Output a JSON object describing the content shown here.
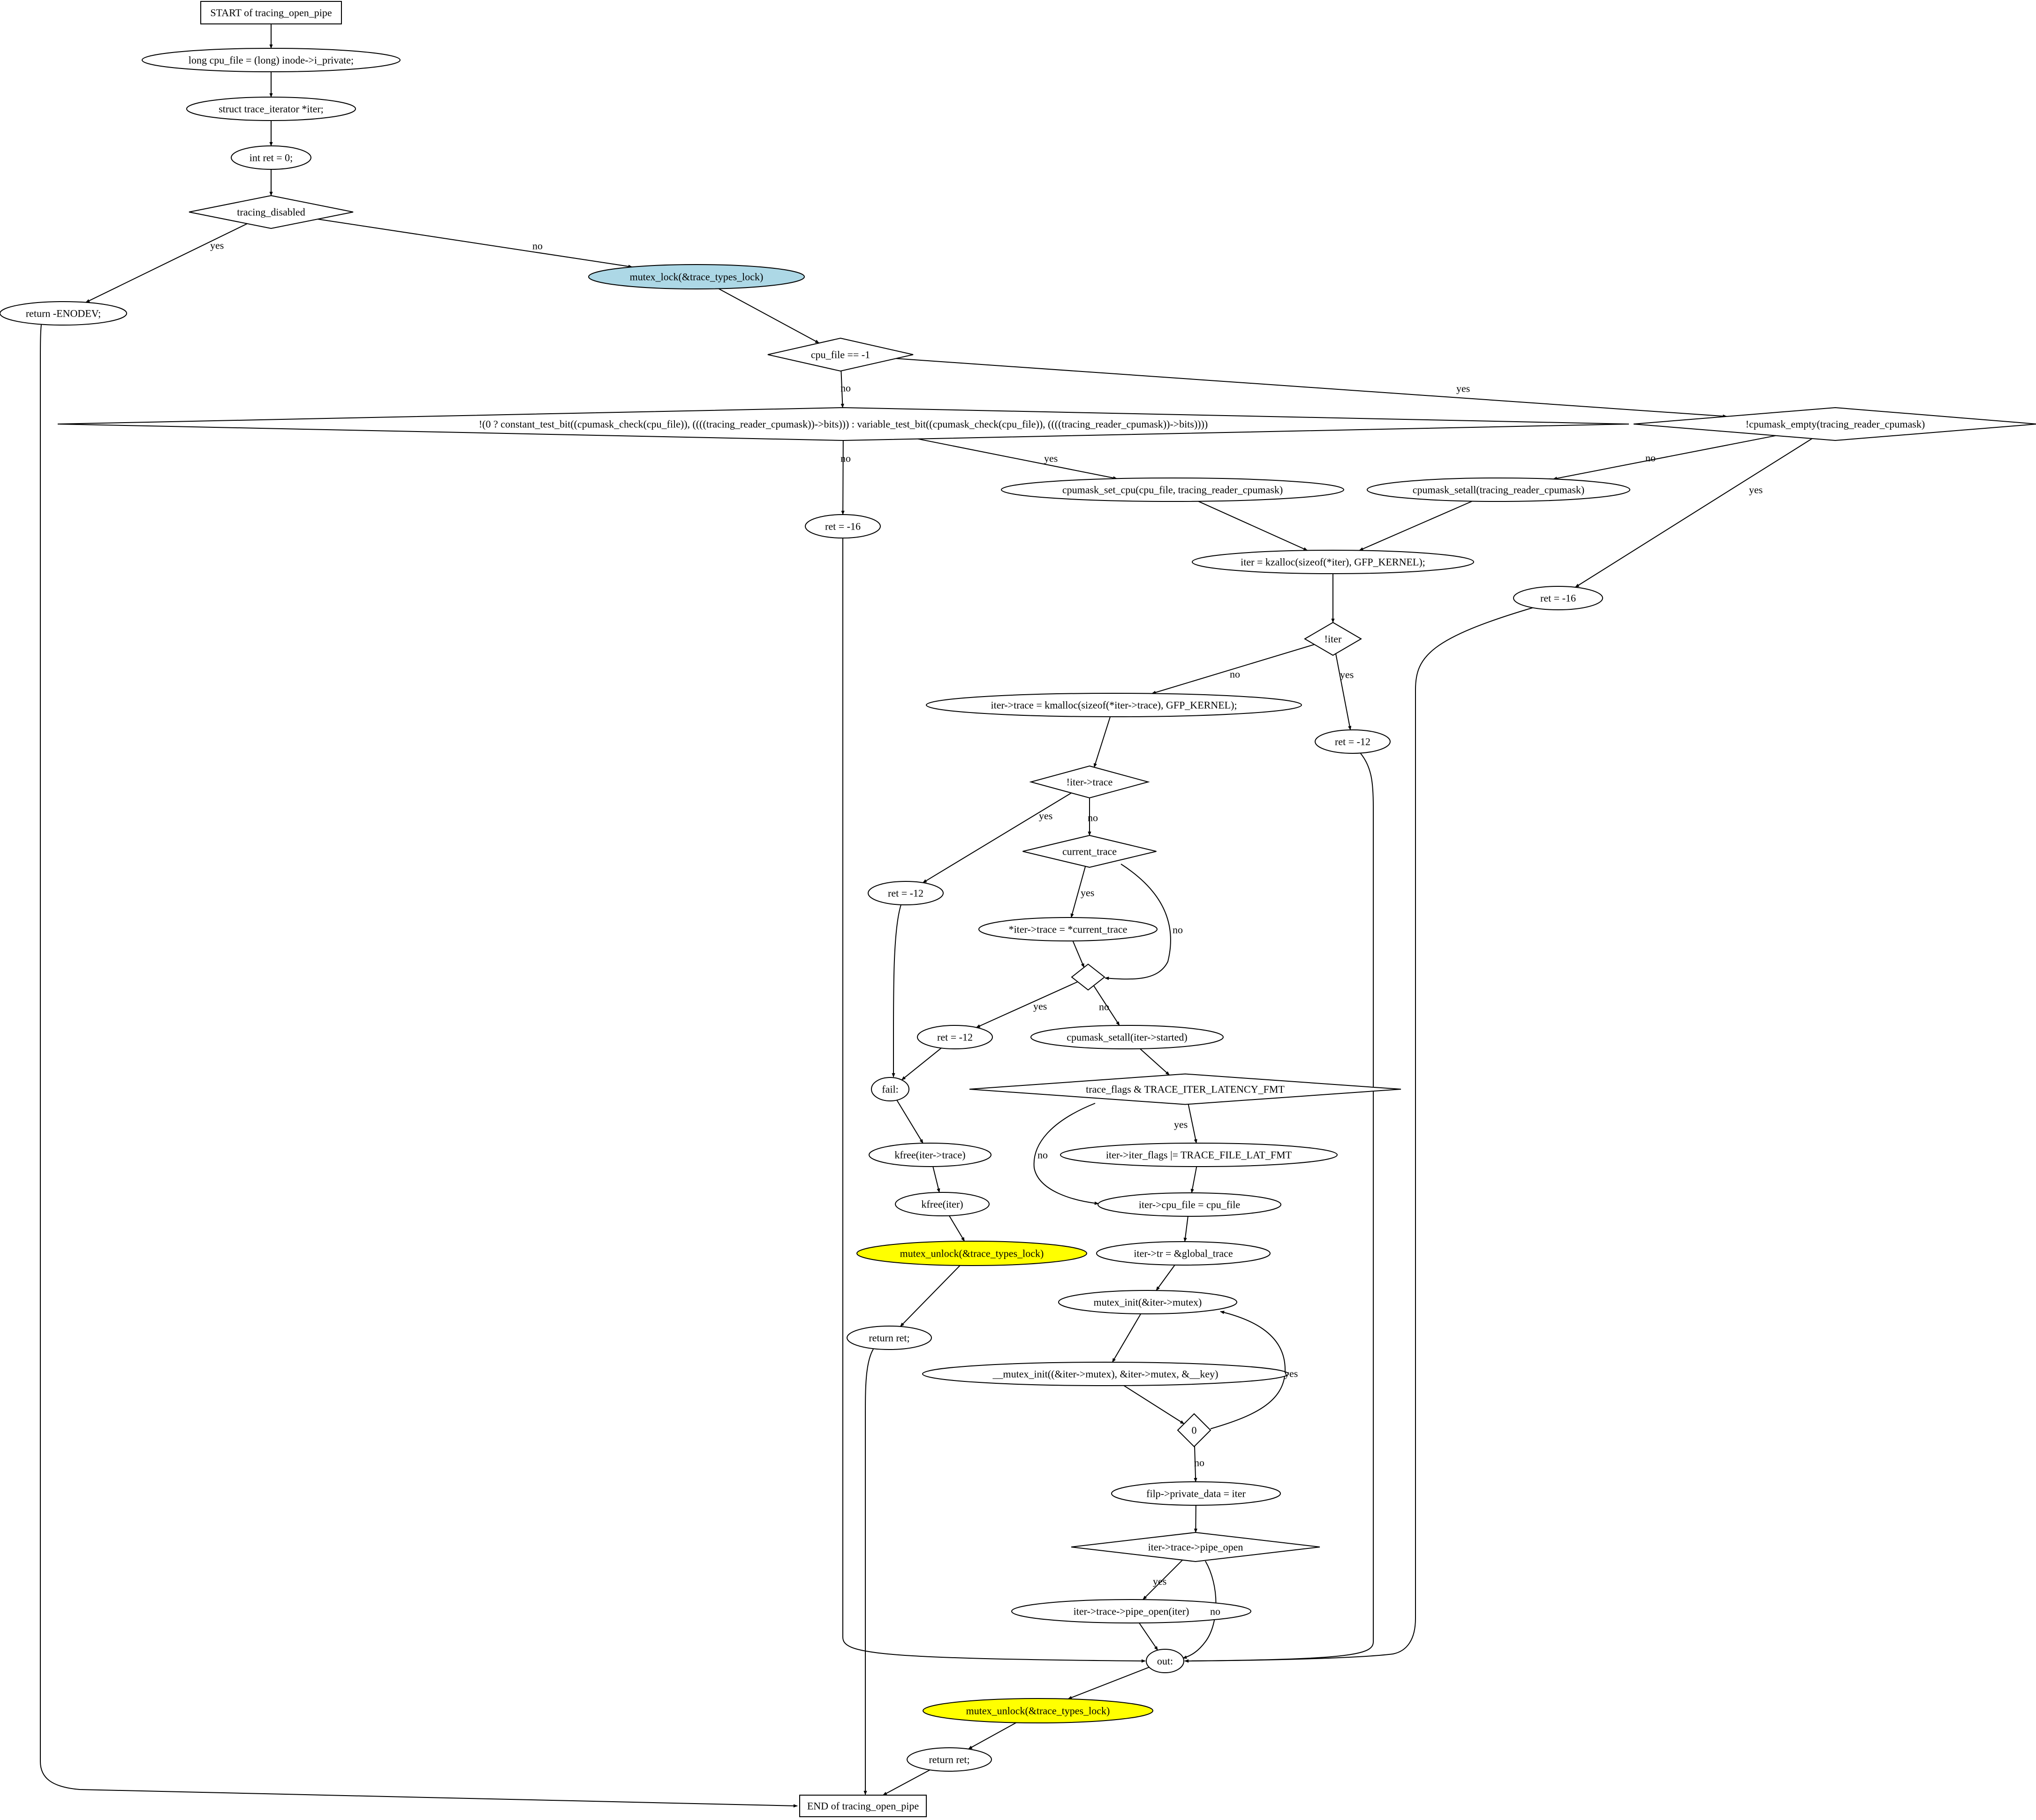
{
  "diagram": {
    "colors": {
      "lock": "#add8e6",
      "unlock": "#ffff00",
      "stroke": "#000000"
    },
    "nodes": [
      {
        "id": "start",
        "shape": "box",
        "label": "START of tracing_open_pipe"
      },
      {
        "id": "n1",
        "shape": "ellipse",
        "label": "long cpu_file = (long) inode->i_private;"
      },
      {
        "id": "n2",
        "shape": "ellipse",
        "label": "struct trace_iterator *iter;"
      },
      {
        "id": "n3",
        "shape": "ellipse",
        "label": "int ret = 0;"
      },
      {
        "id": "d1",
        "shape": "diamond",
        "label": "tracing_disabled"
      },
      {
        "id": "ret_enodev",
        "shape": "ellipse",
        "label": "return -ENODEV;"
      },
      {
        "id": "lock",
        "shape": "ellipse",
        "fill": "lock",
        "label": "mutex_lock(&trace_types_lock)"
      },
      {
        "id": "d2",
        "shape": "diamond",
        "label": "cpu_file == -1"
      },
      {
        "id": "d3",
        "shape": "diamond",
        "label": "!(0 ? constant_test_bit((cpumask_check(cpu_file)), ((((tracing_reader_cpumask))->bits))) : variable_test_bit((cpumask_check(cpu_file)), ((((tracing_reader_cpumask))->bits))))"
      },
      {
        "id": "d4",
        "shape": "diamond",
        "label": "!cpumask_empty(tracing_reader_cpumask)"
      },
      {
        "id": "ret16a",
        "shape": "ellipse",
        "label": "ret = -16"
      },
      {
        "id": "setcpu",
        "shape": "ellipse",
        "label": "cpumask_set_cpu(cpu_file, tracing_reader_cpumask)"
      },
      {
        "id": "setall",
        "shape": "ellipse",
        "label": "cpumask_setall(tracing_reader_cpumask)"
      },
      {
        "id": "kzalloc",
        "shape": "ellipse",
        "label": "iter = kzalloc(sizeof(*iter), GFP_KERNEL);"
      },
      {
        "id": "ret16b",
        "shape": "ellipse",
        "label": "ret = -16"
      },
      {
        "id": "d5",
        "shape": "diamond",
        "label": "!iter"
      },
      {
        "id": "kmalloc",
        "shape": "ellipse",
        "label": "iter->trace = kmalloc(sizeof(*iter->trace), GFP_KERNEL);"
      },
      {
        "id": "ret12a",
        "shape": "ellipse",
        "label": "ret = -12"
      },
      {
        "id": "d6",
        "shape": "diamond",
        "label": "!iter->trace"
      },
      {
        "id": "d7",
        "shape": "diamond",
        "label": "current_trace"
      },
      {
        "id": "ret12b",
        "shape": "ellipse",
        "label": "ret = -12"
      },
      {
        "id": "copy",
        "shape": "ellipse",
        "label": "*iter->trace = *current_trace"
      },
      {
        "id": "d8",
        "shape": "diamond",
        "label": ""
      },
      {
        "id": "ret12c",
        "shape": "ellipse",
        "label": "ret = -12"
      },
      {
        "id": "setstarted",
        "shape": "ellipse",
        "label": "cpumask_setall(iter->started)"
      },
      {
        "id": "fail",
        "shape": "ellipse",
        "label": "fail:"
      },
      {
        "id": "d9",
        "shape": "diamond",
        "label": "trace_flags & TRACE_ITER_LATENCY_FMT"
      },
      {
        "id": "kfree1",
        "shape": "ellipse",
        "label": "kfree(iter->trace)"
      },
      {
        "id": "iterflags",
        "shape": "ellipse",
        "label": "iter->iter_flags |= TRACE_FILE_LAT_FMT"
      },
      {
        "id": "kfree2",
        "shape": "ellipse",
        "label": "kfree(iter)"
      },
      {
        "id": "cpufile",
        "shape": "ellipse",
        "label": "iter->cpu_file = cpu_file"
      },
      {
        "id": "unlock1",
        "shape": "ellipse",
        "fill": "unlock",
        "label": "mutex_unlock(&trace_types_lock)"
      },
      {
        "id": "globaltr",
        "shape": "ellipse",
        "label": "iter->tr = &global_trace"
      },
      {
        "id": "mutexinit",
        "shape": "ellipse",
        "label": "mutex_init(&iter->mutex)"
      },
      {
        "id": "ret1",
        "shape": "ellipse",
        "label": "return ret;"
      },
      {
        "id": "mutexinit2",
        "shape": "ellipse",
        "label": "__mutex_init((&iter->mutex), &iter->mutex, &__key)"
      },
      {
        "id": "d10",
        "shape": "diamond",
        "label": "0"
      },
      {
        "id": "privdata",
        "shape": "ellipse",
        "label": "filp->private_data = iter"
      },
      {
        "id": "d11",
        "shape": "diamond",
        "label": "iter->trace->pipe_open"
      },
      {
        "id": "pipeopen",
        "shape": "ellipse",
        "label": "iter->trace->pipe_open(iter)"
      },
      {
        "id": "out",
        "shape": "ellipse",
        "label": "out:"
      },
      {
        "id": "unlock2",
        "shape": "ellipse",
        "fill": "unlock",
        "label": "mutex_unlock(&trace_types_lock)"
      },
      {
        "id": "ret2",
        "shape": "ellipse",
        "label": "return ret;"
      },
      {
        "id": "end",
        "shape": "box",
        "label": "END of tracing_open_pipe"
      }
    ],
    "edges": [
      {
        "from": "start",
        "to": "n1",
        "label": ""
      },
      {
        "from": "n1",
        "to": "n2",
        "label": ""
      },
      {
        "from": "n2",
        "to": "n3",
        "label": ""
      },
      {
        "from": "n3",
        "to": "d1",
        "label": ""
      },
      {
        "from": "d1",
        "to": "ret_enodev",
        "label": "yes"
      },
      {
        "from": "d1",
        "to": "lock",
        "label": "no"
      },
      {
        "from": "ret_enodev",
        "to": "end",
        "label": ""
      },
      {
        "from": "lock",
        "to": "d2",
        "label": ""
      },
      {
        "from": "d2",
        "to": "d3",
        "label": "no"
      },
      {
        "from": "d2",
        "to": "d4",
        "label": "yes"
      },
      {
        "from": "d3",
        "to": "ret16a",
        "label": "no"
      },
      {
        "from": "d3",
        "to": "setcpu",
        "label": "yes"
      },
      {
        "from": "d4",
        "to": "setall",
        "label": "no"
      },
      {
        "from": "d4",
        "to": "ret16b",
        "label": "yes"
      },
      {
        "from": "setcpu",
        "to": "kzalloc",
        "label": ""
      },
      {
        "from": "setall",
        "to": "kzalloc",
        "label": ""
      },
      {
        "from": "kzalloc",
        "to": "d5",
        "label": ""
      },
      {
        "from": "d5",
        "to": "kmalloc",
        "label": "no"
      },
      {
        "from": "d5",
        "to": "ret12a",
        "label": "yes"
      },
      {
        "from": "kmalloc",
        "to": "d6",
        "label": ""
      },
      {
        "from": "d6",
        "to": "ret12b",
        "label": "yes"
      },
      {
        "from": "d6",
        "to": "d7",
        "label": "no"
      },
      {
        "from": "d7",
        "to": "copy",
        "label": "yes"
      },
      {
        "from": "d7",
        "to": "d8",
        "label": "no"
      },
      {
        "from": "copy",
        "to": "d8",
        "label": ""
      },
      {
        "from": "d8",
        "to": "ret12c",
        "label": "yes"
      },
      {
        "from": "d8",
        "to": "setstarted",
        "label": "no"
      },
      {
        "from": "ret12b",
        "to": "fail",
        "label": ""
      },
      {
        "from": "ret12c",
        "to": "fail",
        "label": ""
      },
      {
        "from": "setstarted",
        "to": "d9",
        "label": ""
      },
      {
        "from": "d9",
        "to": "iterflags",
        "label": "yes"
      },
      {
        "from": "d9",
        "to": "cpufile",
        "label": "no"
      },
      {
        "from": "iterflags",
        "to": "cpufile",
        "label": ""
      },
      {
        "from": "fail",
        "to": "kfree1",
        "label": ""
      },
      {
        "from": "kfree1",
        "to": "kfree2",
        "label": ""
      },
      {
        "from": "kfree2",
        "to": "unlock1",
        "label": ""
      },
      {
        "from": "unlock1",
        "to": "ret1",
        "label": ""
      },
      {
        "from": "ret1",
        "to": "end",
        "label": ""
      },
      {
        "from": "cpufile",
        "to": "globaltr",
        "label": ""
      },
      {
        "from": "globaltr",
        "to": "mutexinit",
        "label": ""
      },
      {
        "from": "mutexinit",
        "to": "mutexinit2",
        "label": ""
      },
      {
        "from": "mutexinit2",
        "to": "d10",
        "label": ""
      },
      {
        "from": "d10",
        "to": "mutexinit",
        "label": "yes"
      },
      {
        "from": "d10",
        "to": "privdata",
        "label": "no"
      },
      {
        "from": "privdata",
        "to": "d11",
        "label": ""
      },
      {
        "from": "d11",
        "to": "pipeopen",
        "label": "yes"
      },
      {
        "from": "d11",
        "to": "out",
        "label": "no"
      },
      {
        "from": "pipeopen",
        "to": "out",
        "label": ""
      },
      {
        "from": "ret16a",
        "to": "out",
        "label": ""
      },
      {
        "from": "ret12a",
        "to": "out",
        "label": ""
      },
      {
        "from": "ret16b",
        "to": "out",
        "label": ""
      },
      {
        "from": "out",
        "to": "unlock2",
        "label": ""
      },
      {
        "from": "unlock2",
        "to": "ret2",
        "label": ""
      },
      {
        "from": "ret2",
        "to": "end",
        "label": ""
      }
    ]
  }
}
